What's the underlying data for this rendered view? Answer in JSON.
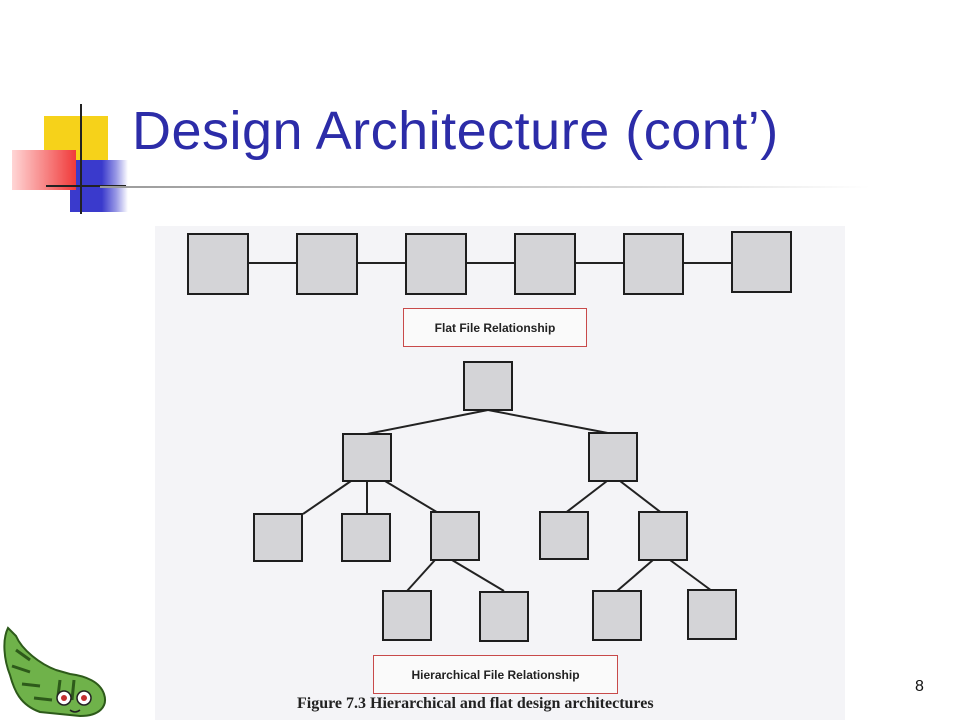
{
  "slide": {
    "title": "Design Architecture (cont’)",
    "number": "8"
  },
  "figure": {
    "flat_label": "Flat File Relationship",
    "hier_label": "Hierarchical File Relationship",
    "caption": "Figure 7.3  Hierarchical and flat design architectures"
  },
  "colors": {
    "title": "#2c2ca8",
    "box_fill": "#d4d4d7",
    "caption_border": "#c84a4a",
    "deco_yellow": "#f6d21a",
    "deco_blue": "#3a3acc",
    "deco_red": "#f03a3a"
  },
  "icons": {
    "corner": "colored-squares-decoration",
    "mascot": "green-cat-icon"
  }
}
